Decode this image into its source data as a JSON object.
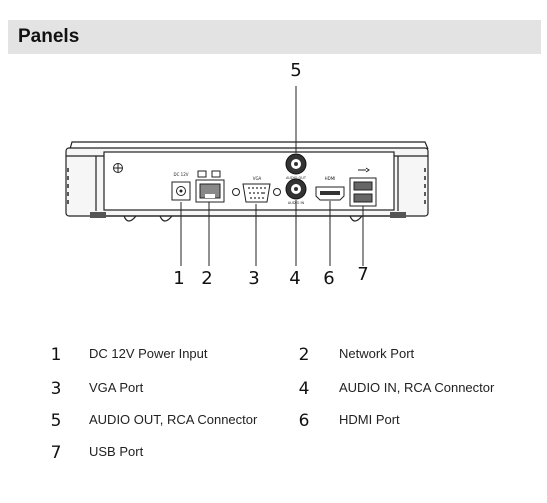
{
  "section": {
    "title": "Panels"
  },
  "callouts": [
    "1",
    "2",
    "3",
    "4",
    "5",
    "6",
    "7"
  ],
  "port_labels": {
    "dc": "DC 12V",
    "vga": "VGA",
    "hdmi": "HDMI",
    "audio_out": "AUDIO OUT",
    "audio_in": "AUDIO IN"
  },
  "legend": [
    {
      "num": "1",
      "label": "DC 12V Power Input"
    },
    {
      "num": "2",
      "label": "Network Port"
    },
    {
      "num": "3",
      "label": "VGA Port"
    },
    {
      "num": "4",
      "label": "AUDIO IN, RCA Connector"
    },
    {
      "num": "5",
      "label": "AUDIO OUT, RCA Connector"
    },
    {
      "num": "6",
      "label": "HDMI Port"
    },
    {
      "num": "7",
      "label": "USB Port"
    }
  ]
}
